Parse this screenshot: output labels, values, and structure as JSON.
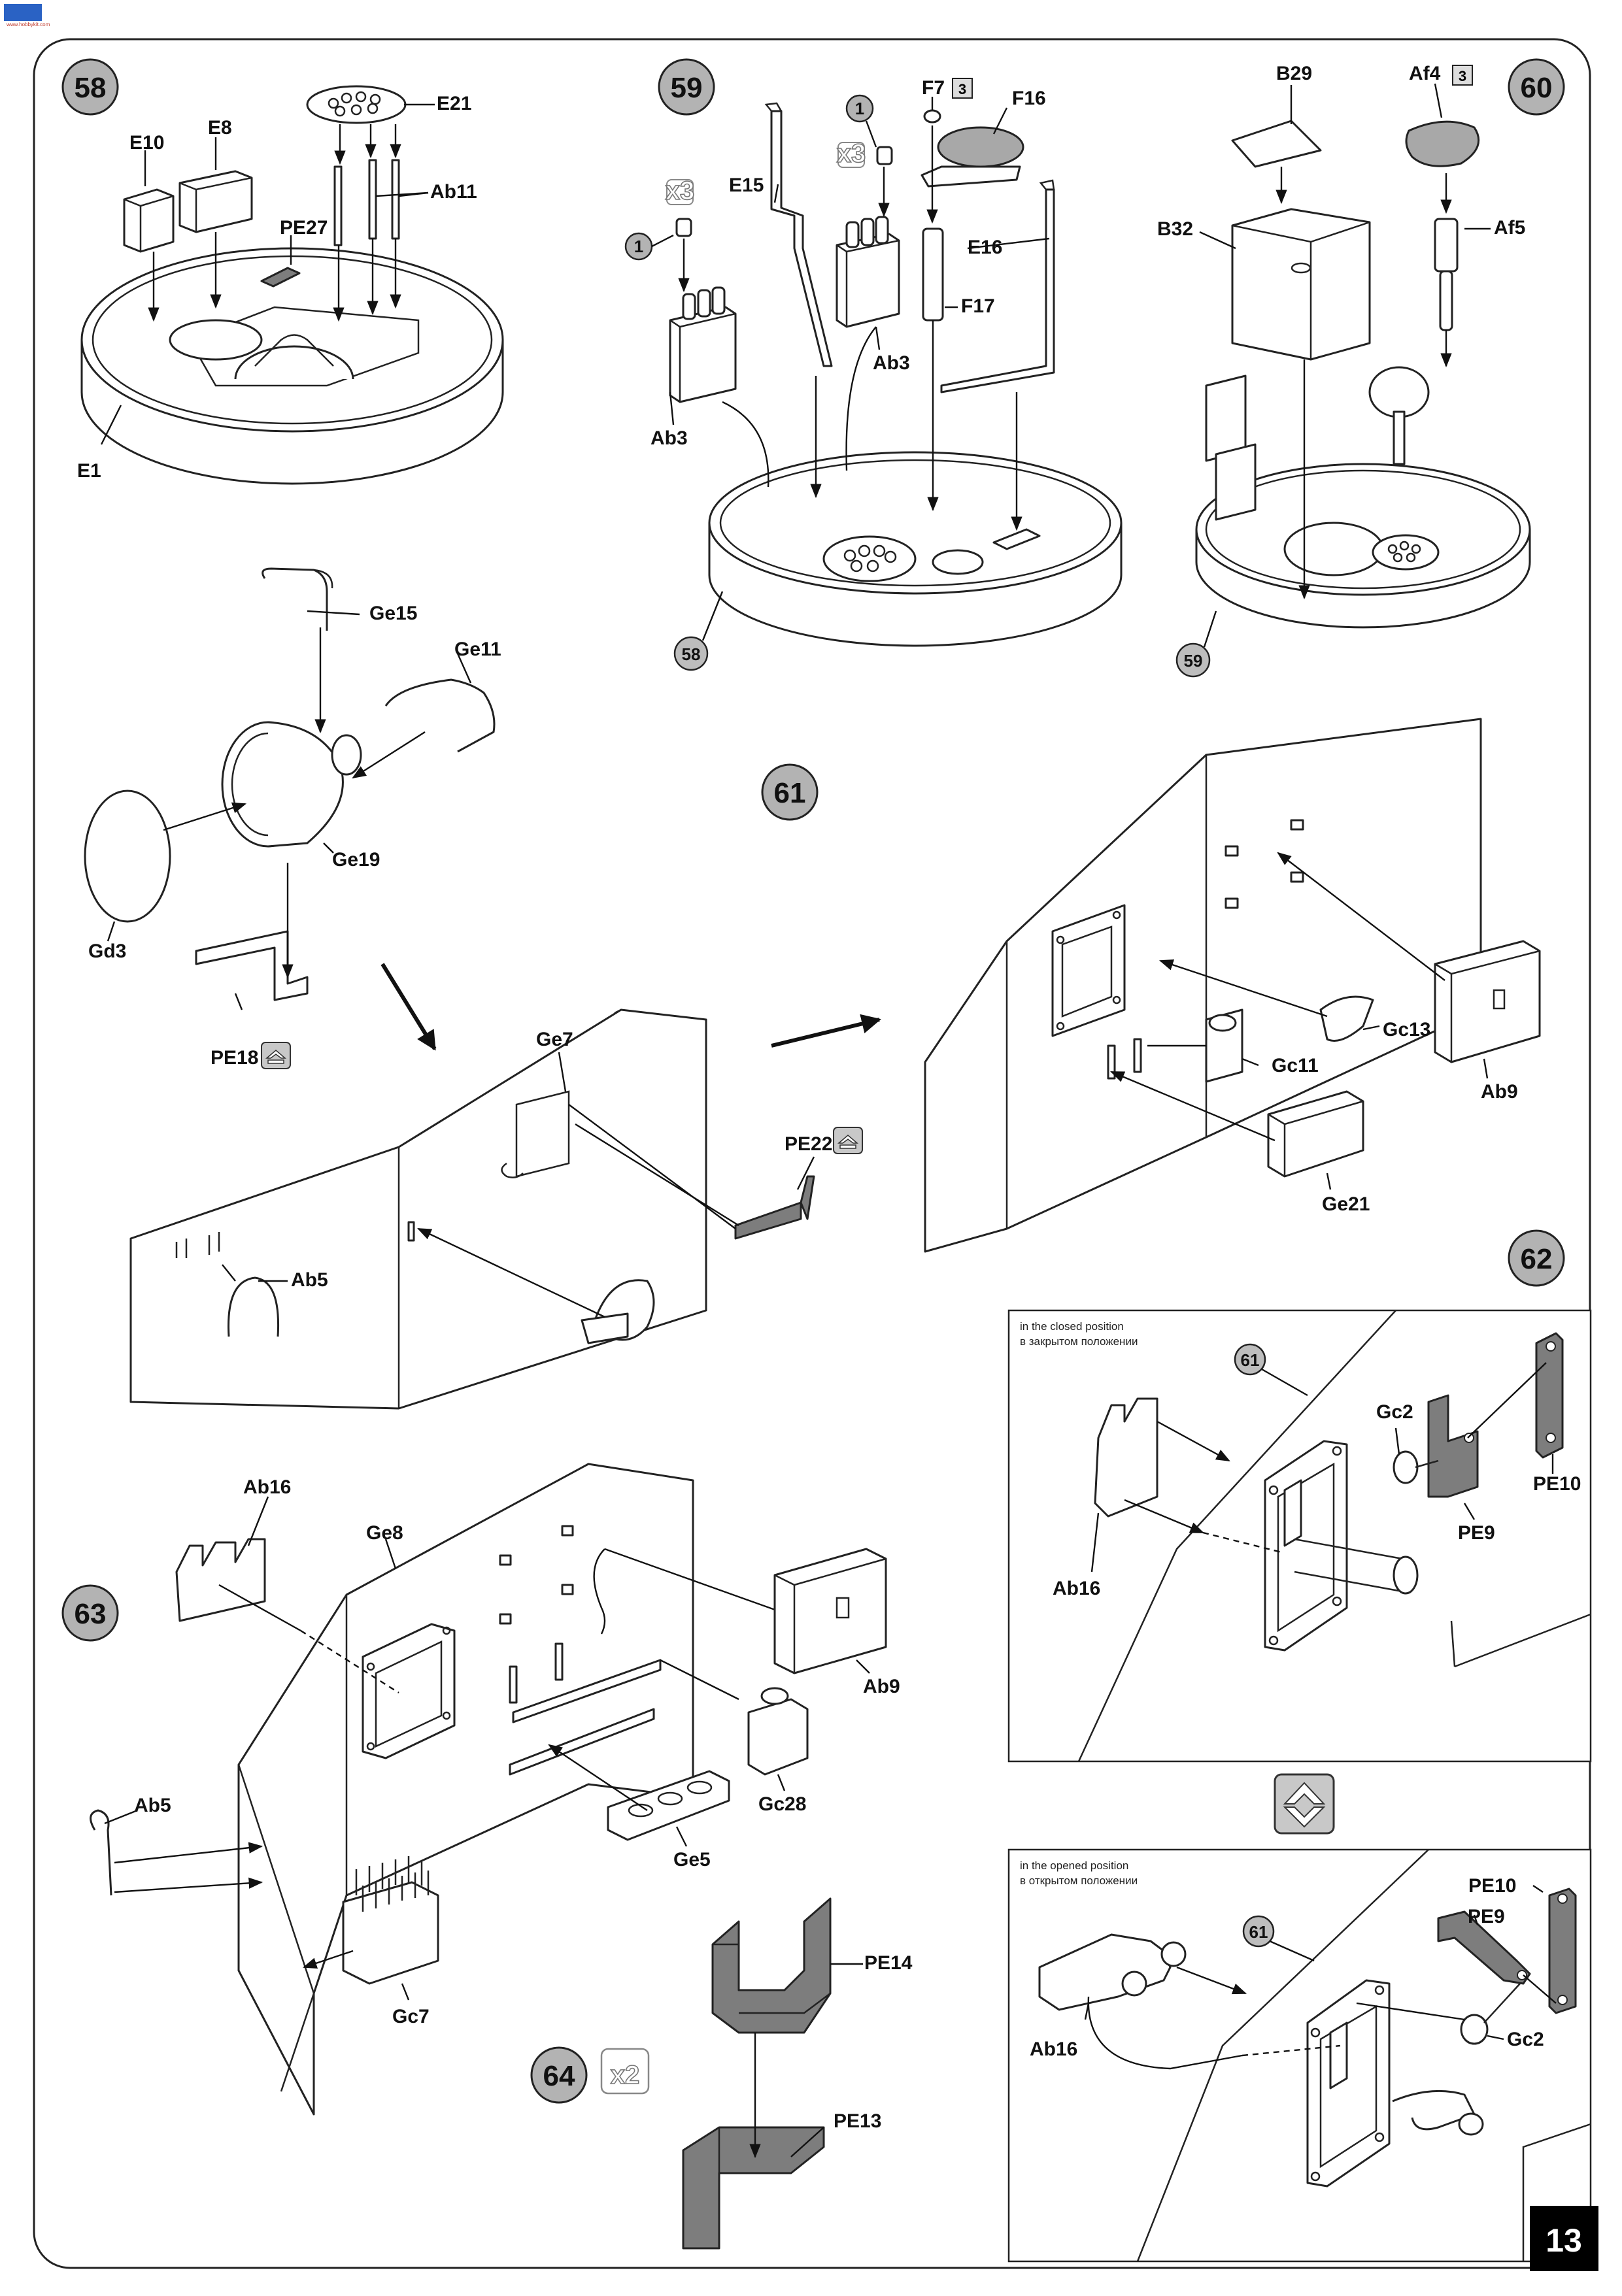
{
  "page_number": "13",
  "logo_text": "www.hobbykit.com",
  "steps": {
    "s58": {
      "number": "58",
      "labels": {
        "e21": "E21",
        "e10": "E10",
        "e8": "E8",
        "ab11": "Ab11",
        "pe27": "PE27",
        "e1": "E1"
      }
    },
    "s59": {
      "number": "59",
      "sub_ref": "1",
      "multiplier_a": "x3",
      "multiplier_b": "x3",
      "f7_qty": "3",
      "labels": {
        "f7": "F7",
        "f16": "F16",
        "e15": "E15",
        "e16": "E16",
        "f17": "F17",
        "ab3_a": "Ab3",
        "ab3_b": "Ab3"
      },
      "base_ref": "58"
    },
    "s60": {
      "number": "60",
      "af4_qty": "3",
      "labels": {
        "b29": "B29",
        "af4": "Af4",
        "af5": "Af5",
        "b32": "B32"
      },
      "base_ref": "59"
    },
    "s61": {
      "number": "61",
      "labels": {
        "ge15": "Ge15",
        "ge11": "Ge11",
        "ge19": "Ge19",
        "gd3": "Gd3",
        "pe18": "PE18",
        "ge7": "Ge7",
        "pe22": "PE22",
        "ab5": "Ab5",
        "gc13": "Gc13",
        "gc11": "Gc11",
        "ab9": "Ab9",
        "ge21": "Ge21"
      }
    },
    "s62": {
      "number": "62",
      "closed_en": "in the closed position",
      "closed_ru": "в закрытом положении",
      "opened_en": "in the opened position",
      "opened_ru": "в открытом положении",
      "ref": "61",
      "labels": {
        "gc2": "Gc2",
        "pe10": "PE10",
        "pe9": "PE9",
        "ab16": "Ab16"
      }
    },
    "s63": {
      "number": "63",
      "labels": {
        "ab16": "Ab16",
        "ge8": "Ge8",
        "ab9": "Ab9",
        "ab5": "Ab5",
        "gc28": "Gc28",
        "ge5": "Ge5",
        "gc7": "Gc7"
      }
    },
    "s64": {
      "number": "64",
      "multiplier": "x2",
      "labels": {
        "pe14": "PE14",
        "pe13": "PE13"
      }
    }
  },
  "colors": {
    "step_circle": "#b3b3b3",
    "ref_circle": "#bdbdbd",
    "page_box": "#000000",
    "pe_part": "#8a8a8a"
  }
}
